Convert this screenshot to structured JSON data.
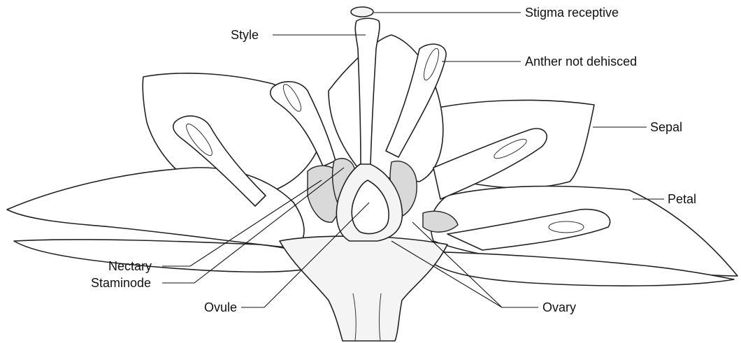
{
  "labels": {
    "stigma": "Stigma receptive",
    "style": "Style",
    "anther": "Anther not dehisced",
    "sepal": "Sepal",
    "petal": "Petal",
    "nectary": "Nectary",
    "staminode": "Staminode",
    "ovule": "Ovule",
    "ovary": "Ovary"
  }
}
